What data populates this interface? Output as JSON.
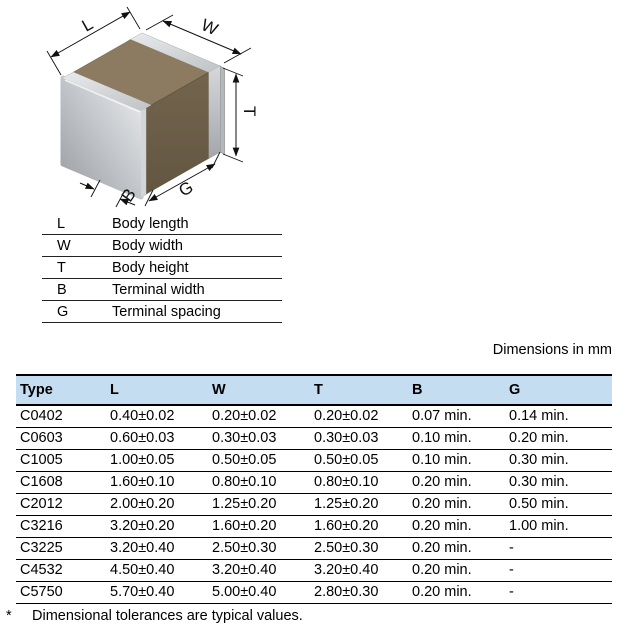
{
  "diagram": {
    "labels": {
      "L": "L",
      "W": "W",
      "T": "T",
      "B": "B",
      "G": "G"
    }
  },
  "legend": {
    "rows": [
      {
        "symbol": "L",
        "description": "Body length"
      },
      {
        "symbol": "W",
        "description": "Body width"
      },
      {
        "symbol": "T",
        "description": "Body height"
      },
      {
        "symbol": "B",
        "description": "Terminal width"
      },
      {
        "symbol": "G",
        "description": "Terminal spacing"
      }
    ]
  },
  "units_note": "Dimensions in mm",
  "table": {
    "headers": [
      "Type",
      "L",
      "W",
      "T",
      "B",
      "G"
    ],
    "rows": [
      [
        "C0402",
        "0.40±0.02",
        "0.20±0.02",
        "0.20±0.02",
        "0.07 min.",
        "0.14 min."
      ],
      [
        "C0603",
        "0.60±0.03",
        "0.30±0.03",
        "0.30±0.03",
        "0.10 min.",
        "0.20 min."
      ],
      [
        "C1005",
        "1.00±0.05",
        "0.50±0.05",
        "0.50±0.05",
        "0.10 min.",
        "0.30 min."
      ],
      [
        "C1608",
        "1.60±0.10",
        "0.80±0.10",
        "0.80±0.10",
        "0.20 min.",
        "0.30 min."
      ],
      [
        "C2012",
        "2.00±0.20",
        "1.25±0.20",
        "1.25±0.20",
        "0.20 min.",
        "0.50 min."
      ],
      [
        "C3216",
        "3.20±0.20",
        "1.60±0.20",
        "1.60±0.20",
        "0.20 min.",
        "1.00 min."
      ],
      [
        "C3225",
        "3.20±0.40",
        "2.50±0.30",
        "2.50±0.30",
        "0.20 min.",
        "-"
      ],
      [
        "C4532",
        "4.50±0.40",
        "3.20±0.40",
        "3.20±0.40",
        "0.20 min.",
        "-"
      ],
      [
        "C5750",
        "5.70±0.40",
        "5.00±0.40",
        "2.80±0.30",
        "0.20 min.",
        "-"
      ]
    ],
    "footnote_marker": "*",
    "footnote": "Dimensional tolerances are typical values."
  },
  "colors": {
    "header_bg": "#c5ddf0",
    "body_top": "#8c7b60",
    "body_front": "#6a5c46",
    "terminal_light": "#e8eaec",
    "terminal_dark": "#9b9ea3"
  }
}
